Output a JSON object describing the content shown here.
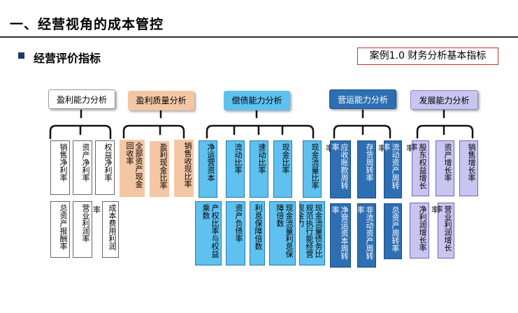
{
  "header": {
    "title": "一、经营视角的成本管控",
    "subtitle": "经营评价指标",
    "case_label": "案例1.0 财务分析基本指标"
  },
  "categories": {
    "profit": "盈利能力分析",
    "quality": "盈利质量分析",
    "solvency": "偿债能力分析",
    "operation": "营运能力分析",
    "growth": "发展能力分析"
  },
  "indicators": {
    "profit": {
      "top": [
        "销售净利率",
        "资产净利率",
        "权益净利率"
      ],
      "bottom": [
        "总资产报酬率",
        "营业利润率",
        "成本费用利润"
      ],
      "stray": "率"
    },
    "quality": {
      "top": [
        "全部资产现金回收率",
        "盈利现金比率",
        "销售收现比率"
      ]
    },
    "solvency": {
      "top": [
        "净运营资本",
        "流动比率",
        "速动比率",
        "现金比率",
        "现金流量比率"
      ],
      "bottom": [
        "产权比率与权益乘数",
        "资产负债率",
        "利息保障倍数",
        "现金流量利息保障倍数",
        "现金流量债务比规范执行能经营现金力"
      ]
    },
    "operation": {
      "top": [
        "应收账款周转率",
        "存货周转率",
        "流动资产周转率"
      ],
      "bottom": [
        "净营运资本周转率",
        "非流动资产周转率",
        "总资产周转率"
      ],
      "stray": [
        "率",
        "率"
      ]
    },
    "growth": {
      "top": [
        "股东权益增长率",
        "资产增长率",
        "销售增长率"
      ],
      "bottom": [
        "净利润增长率",
        "营业利润增长率"
      ],
      "stray": [
        "率",
        "率"
      ]
    }
  },
  "colors": {
    "quality": "#f4c7a4",
    "solvency": "#5fc1f0",
    "operation": "#2e6fb4",
    "growth": "#c9c5f0",
    "case_border": "#c0392b"
  }
}
